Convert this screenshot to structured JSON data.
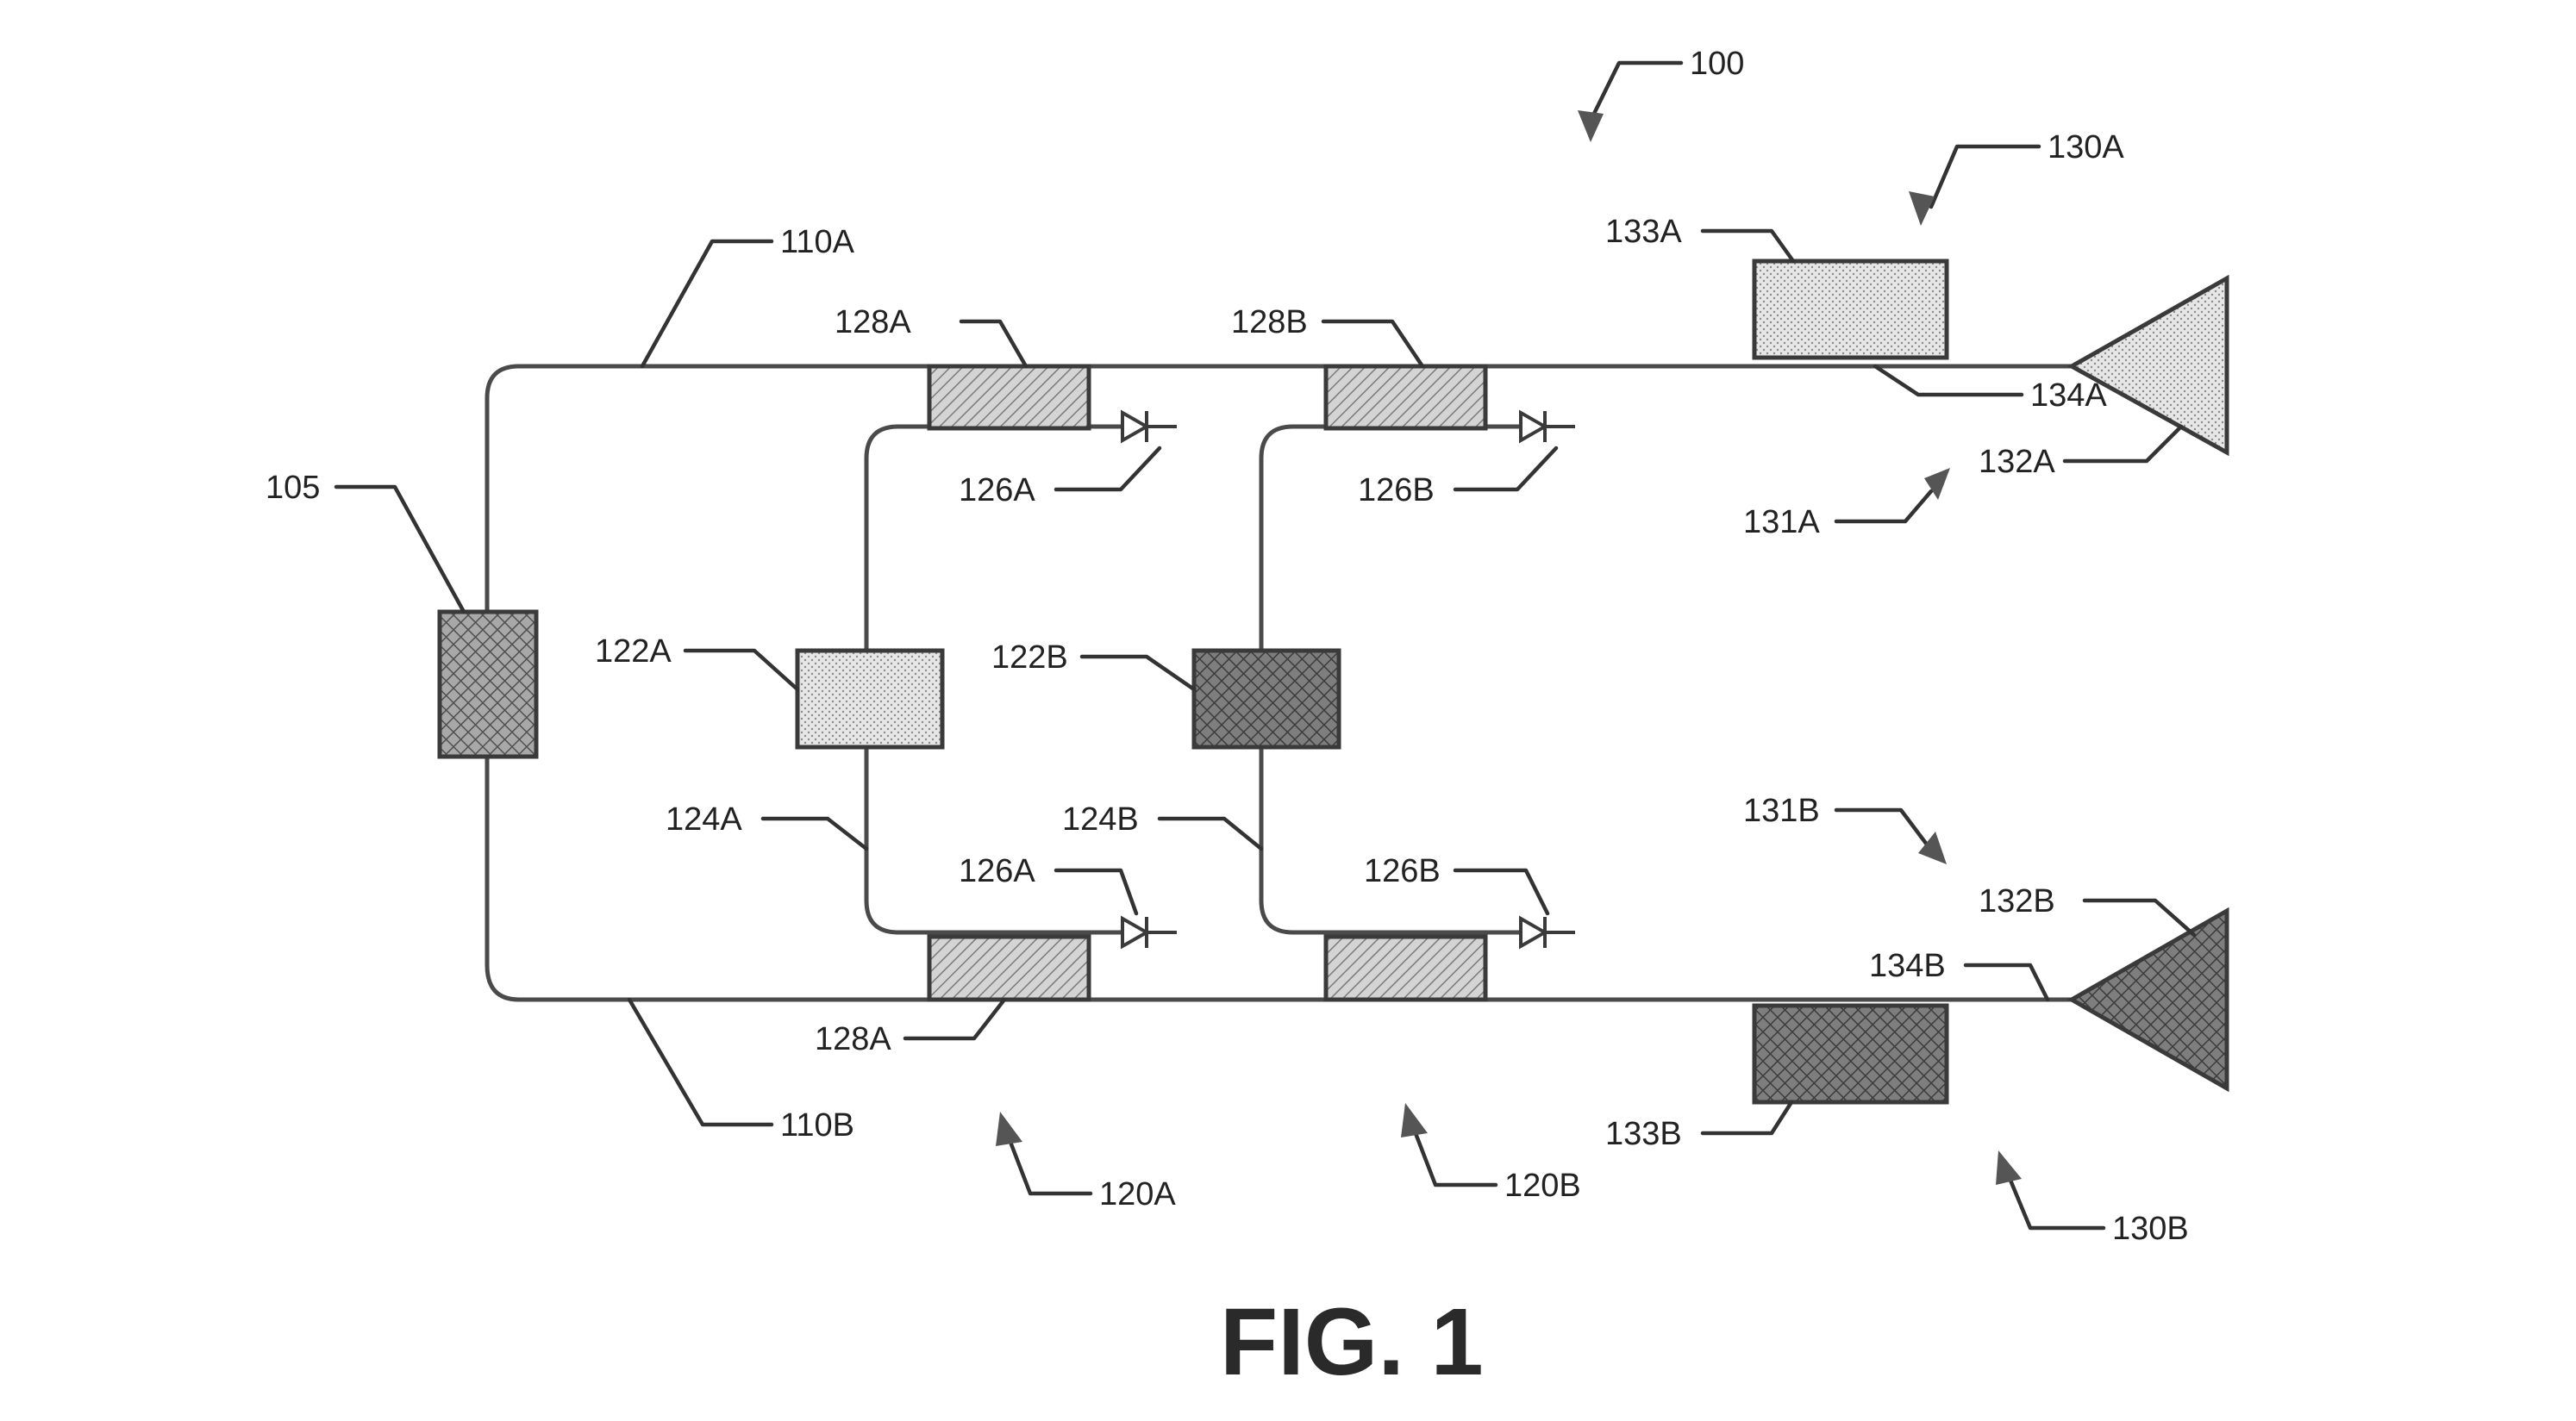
{
  "figure": {
    "title": "FIG. 1",
    "labels": {
      "system": "100",
      "splitter": "105",
      "arm_top": "110A",
      "arm_bottom": "110B",
      "stage_a": "120A",
      "stage_b": "120B",
      "element_a": "122A",
      "element_b": "122B",
      "waveguide_a": "124A",
      "waveguide_b": "124B",
      "diode_a_top": "126A",
      "diode_a_bottom": "126A",
      "diode_b_top": "126B",
      "diode_b_bottom": "126B",
      "coupler_a_top": "128A",
      "coupler_a_bottom": "128A",
      "coupler_b_top": "128B",
      "output_a": "130A",
      "output_b": "130B",
      "beam_a": "131A",
      "beam_b": "131B",
      "antenna_a": "132A",
      "antenna_b": "132B",
      "modulator_a": "133A",
      "modulator_b": "133B",
      "line_a": "134A",
      "line_b": "134B"
    }
  },
  "colors": {
    "line": "#4a4a4a",
    "light_fill": "#d9d9d9",
    "dark_fill": "#7a7a7a",
    "hatch_fill": "#bdbdbd"
  }
}
